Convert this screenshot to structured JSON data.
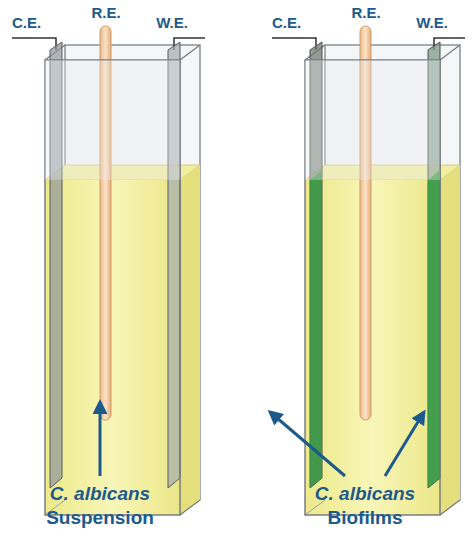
{
  "diagram": {
    "labels": [
      "C.E.",
      "R.E.",
      "W.E.",
      "C.E.",
      "R.E.",
      "W.E.",
      "C. albicans",
      "Suspension",
      "C. albicans",
      "Biofilms"
    ]
  }
}
